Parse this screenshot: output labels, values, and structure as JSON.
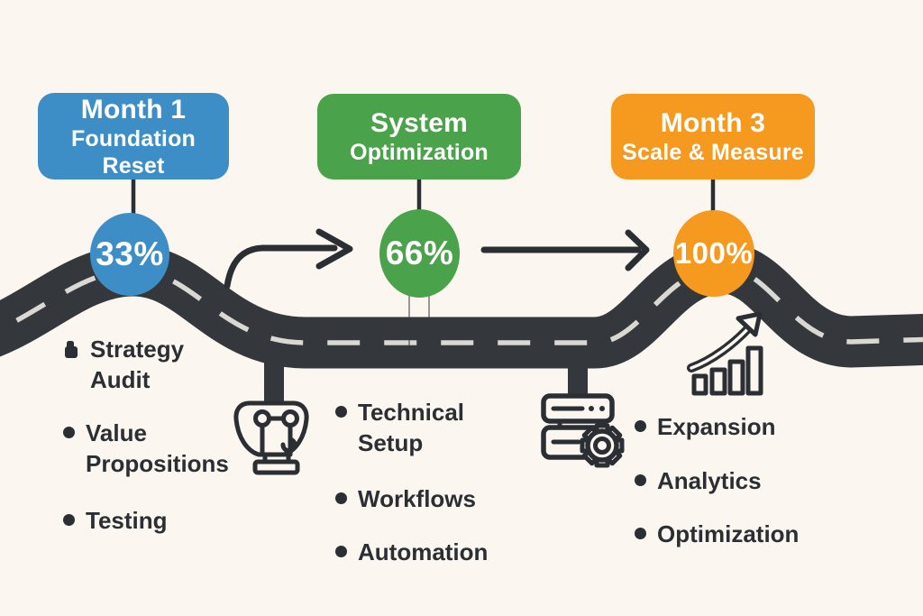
{
  "colors": {
    "background": "#fbf7f0",
    "road": "#34373c",
    "road_dash": "#d9d8d3",
    "ink": "#2b2e33",
    "blue": "#3d8ec7",
    "green": "#4aa34b",
    "orange": "#f5991f"
  },
  "milestones": [
    {
      "title_line1": "Month 1",
      "title_line2": "Foundation Reset",
      "percent": "33%",
      "color": "#3d8ec7",
      "items": [
        "Strategy Audit",
        "Value Propositions",
        "Testing"
      ]
    },
    {
      "title_line1": "System",
      "title_line2": "Optimization",
      "percent": "66%",
      "color": "#4aa34b",
      "items": [
        "Technical Setup",
        "Workflows",
        "Automation"
      ]
    },
    {
      "title_line1": "Month 3",
      "title_line2": "Scale & Measure",
      "percent": "100%",
      "color": "#f5991f",
      "items": [
        "Expansion",
        "Analytics",
        "Optimization"
      ]
    }
  ],
  "icons": {
    "audit_bullet": "lock-icon",
    "milestone2_marker": "trophy-icon",
    "milestone3_marker": "server-gear-icon",
    "scale_marker": "growth-chart-icon",
    "arrow_1_to_2": "curved-right-arrow-icon",
    "arrow_2_to_3": "straight-right-arrow-icon",
    "timeline": "winding-road"
  }
}
